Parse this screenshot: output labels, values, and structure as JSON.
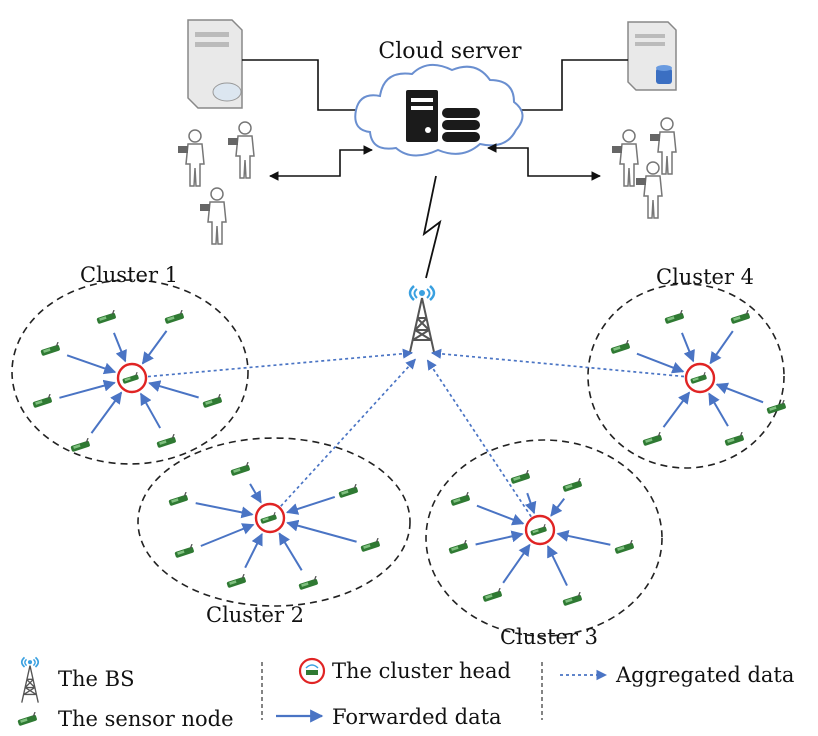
{
  "cloud": {
    "label": "Cloud server"
  },
  "clusters": [
    {
      "label": "Cluster 1"
    },
    {
      "label": "Cluster 2"
    },
    {
      "label": "Cluster 3"
    },
    {
      "label": "Cluster 4"
    }
  ],
  "legend": {
    "bs": "The BS",
    "sensor_node": "The sensor node",
    "cluster_head": "The cluster head",
    "forwarded": "Forwarded data",
    "aggregated": "Aggregated data"
  },
  "colors": {
    "arrow_blue": "#4a74c4",
    "head_ring": "#e02424",
    "node_green": "#2f7a33",
    "cloud_outline": "#6a8fd0",
    "ellipse_dash": "#222222"
  },
  "icons": [
    "server-icon",
    "database-icon",
    "user-icon",
    "tower-icon",
    "sensor-node-icon",
    "cluster-head-icon",
    "cloud-icon"
  ]
}
